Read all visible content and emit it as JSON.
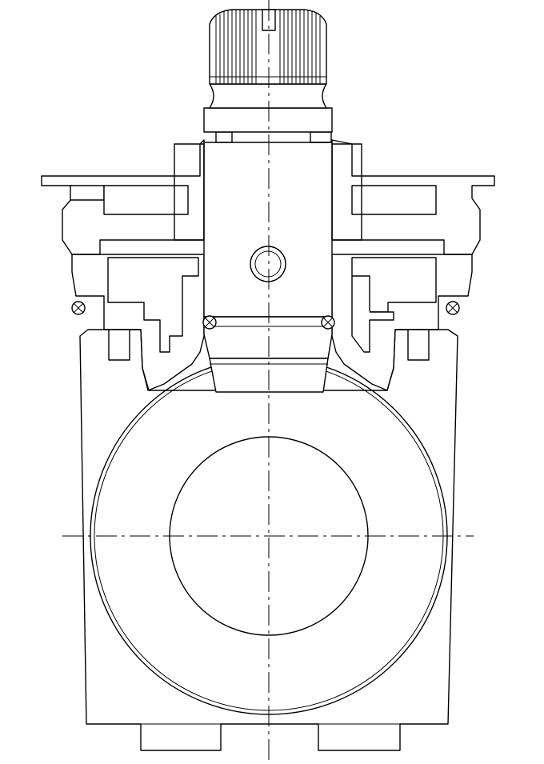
{
  "drawing": {
    "subject": "ball-valve-cross-section",
    "line_color": "#000000",
    "background_color": "#ffffff",
    "hatch_patterns": [
      "diagonal-section-hatch",
      "cross-hatch-seat"
    ],
    "icons": [
      "knurled-knob-icon",
      "bore-hole-icon",
      "o-ring-icon"
    ]
  }
}
